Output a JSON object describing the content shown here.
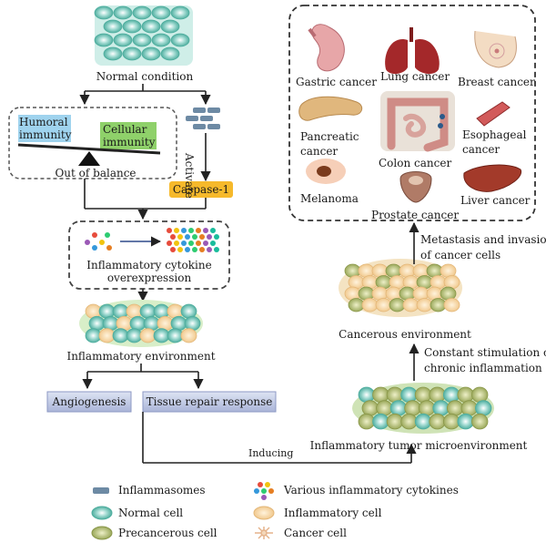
{
  "normal": {
    "label": "Normal condition"
  },
  "balance": {
    "humoral": "Humoral immunity",
    "cellular": "Cellular immunity",
    "caption": "Out of balance"
  },
  "inflammasome_path": {
    "activate": "Activate",
    "caspase": "Caspase-1"
  },
  "cytokine": {
    "caption_line1": "Inflammatory cytokine",
    "caption_line2": "overexpression"
  },
  "inflam_env": {
    "label": "Inflammatory environment"
  },
  "responses": {
    "angiogenesis": "Angiogenesis",
    "tissue_repair": "Tissue repair response"
  },
  "inducing": "Inducing",
  "tumor_micro": {
    "label": "Inflammatory tumor microenvironment"
  },
  "stimulation": {
    "line1": "Constant stimulation of",
    "line2": "chronic inflammation"
  },
  "cancer_env": {
    "label": "Cancerous environment"
  },
  "metastasis": {
    "line1": "Metastasis and invasion",
    "line2": "of cancer cells"
  },
  "cancers": {
    "gastric": "Gastric cancer",
    "lung": "Lung cancer",
    "breast": "Breast cancer",
    "pancreatic_line1": "Pancreatic",
    "pancreatic_line2": "cancer",
    "esophageal_line1": "Esophageal",
    "esophageal_line2": "cancer",
    "colon": "Colon cancer",
    "melanoma": "Melanoma",
    "prostate": "Prostate cancer",
    "liver": "Liver cancer"
  },
  "legend": {
    "inflammasomes": "Inflammasomes",
    "cytokines": "Various inflammatory cytokines",
    "normal_cell": "Normal cell",
    "inflammatory_cell": "Inflammatory cell",
    "precancerous_cell": "Precancerous cell",
    "cancer_cell": "Cancer cell"
  },
  "colors": {
    "humoral_box": "#9fd3ee",
    "cellular_box": "#8fd16a",
    "caspase_box": "#f6b92b",
    "response_box": "#c7cfe6",
    "inflammasome": "#6d8aa4",
    "normal_cell": "#6ec3b8"
  }
}
